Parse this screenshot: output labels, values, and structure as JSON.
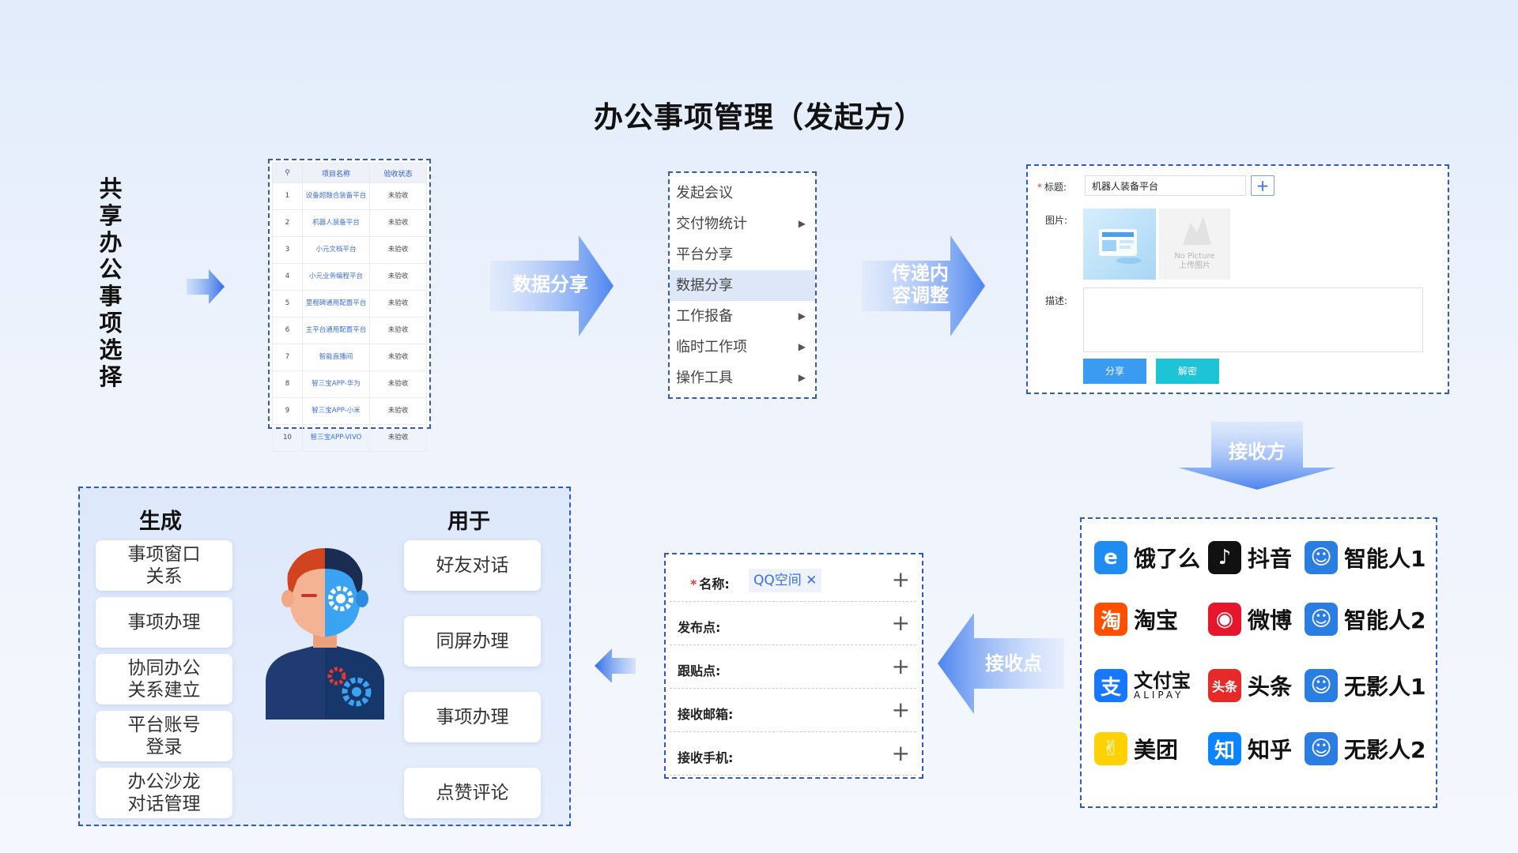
{
  "page_title": "办公事项管理（发起方）",
  "side_label": "共享办公事项选择",
  "arrows": {
    "data_share": "数据分享",
    "transfer_adjust": "传递内容调整",
    "receiver": "接收方",
    "receive_point": "接收点"
  },
  "table": {
    "headers": [
      "",
      "项目名称",
      "验收状态"
    ],
    "rows": [
      {
        "no": "1",
        "name": "设备超融合装备平台",
        "status": "未验收"
      },
      {
        "no": "2",
        "name": "机器人装备平台",
        "status": "未验收"
      },
      {
        "no": "3",
        "name": "小元文档平台",
        "status": "未验收"
      },
      {
        "no": "4",
        "name": "小元业务编程平台",
        "status": "未验收"
      },
      {
        "no": "5",
        "name": "里程碑通用配置平台",
        "status": "未验收"
      },
      {
        "no": "6",
        "name": "主平台通用配置平台",
        "status": "未验收"
      },
      {
        "no": "7",
        "name": "智能直播间",
        "status": "未验收"
      },
      {
        "no": "8",
        "name": "智三宝APP-华为",
        "status": "未验收"
      },
      {
        "no": "9",
        "name": "智三宝APP-小米",
        "status": "未验收"
      },
      {
        "no": "10",
        "name": "智三宝APP-VIVO",
        "status": "未验收"
      }
    ]
  },
  "menu": {
    "items": [
      {
        "label": "发起会议",
        "caret": ""
      },
      {
        "label": "交付物统计",
        "caret": "▶"
      },
      {
        "label": "平台分享",
        "caret": ""
      },
      {
        "label": "数据分享",
        "caret": ""
      },
      {
        "label": "工作报备",
        "caret": "▶"
      },
      {
        "label": "临时工作项",
        "caret": "▶"
      },
      {
        "label": "操作工具",
        "caret": "▶"
      }
    ],
    "active_index": 3
  },
  "share_form": {
    "title_label": "标题:",
    "title_value": "机器人装备平台",
    "plus": "+",
    "image_label": "图片:",
    "no_picture": "No Picture",
    "upload_picture": "上传图片",
    "desc_label": "描述:",
    "share_btn": "分享",
    "decrypt_btn": "解密",
    "share_btn_color": "#3a9bf0",
    "decrypt_btn_color": "#1fc3d6"
  },
  "platforms": [
    {
      "name": "饿了么",
      "icon": "e",
      "color": "#1e8cf0"
    },
    {
      "name": "抖音",
      "icon": "♪",
      "color": "#111111"
    },
    {
      "name": "智能人1",
      "icon": "☺",
      "color": "#2a7de1"
    },
    {
      "name": "淘宝",
      "icon": "淘",
      "color": "#ff5000"
    },
    {
      "name": "微博",
      "icon": "◉",
      "color": "#e6162d"
    },
    {
      "name": "智能人2",
      "icon": "☺",
      "color": "#2a7de1"
    },
    {
      "name": "文付宝",
      "sub": "ALIPAY",
      "icon": "支",
      "color": "#1677ff"
    },
    {
      "name": "头条",
      "icon": "头条",
      "color": "#e62a2a"
    },
    {
      "name": "无影人1",
      "icon": "☺",
      "color": "#2a7de1"
    },
    {
      "name": "美团",
      "icon": "✌",
      "color": "#ffd100"
    },
    {
      "name": "知乎",
      "icon": "知",
      "color": "#0a84ff"
    },
    {
      "name": "无影人2",
      "icon": "☺",
      "color": "#2a7de1"
    }
  ],
  "receive_form": {
    "rows": [
      {
        "label": "名称:",
        "required": true,
        "tag": "QQ空间 ✕"
      },
      {
        "label": "发布点:",
        "required": false,
        "tag": ""
      },
      {
        "label": "跟贴点:",
        "required": false,
        "tag": ""
      },
      {
        "label": "接收邮箱:",
        "required": false,
        "tag": ""
      },
      {
        "label": "接收手机:",
        "required": false,
        "tag": ""
      }
    ],
    "plus": "+"
  },
  "gen_panel": {
    "left_title": "生成",
    "right_title": "用于",
    "left_items": [
      "事项窗口关系",
      "事项办理",
      "协同办公关系建立",
      "平台账号登录",
      "办公沙龙对话管理"
    ],
    "right_items": [
      "好友对话",
      "同屏办理",
      "事项办理",
      "点赞评论"
    ]
  }
}
